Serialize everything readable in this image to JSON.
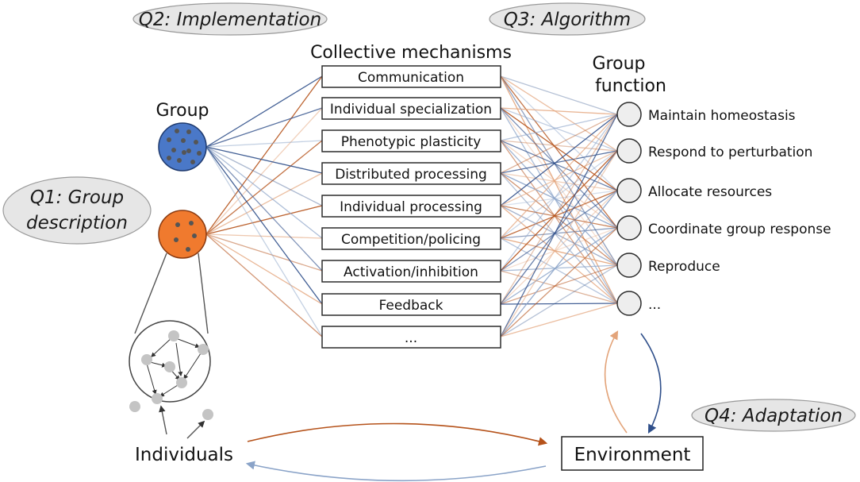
{
  "colors": {
    "blue": "#2f4f8a",
    "orange": "#b5521a",
    "blue_light": "#8aa3c8",
    "orange_light": "#e3a47a",
    "group_blue_fill": "#4a78c8",
    "group_orange_fill": "#f07a2e",
    "individual_gray": "#c4c4c4",
    "bubble_gray": "#e6e6e6"
  },
  "questions": {
    "q1": [
      "Q1: Group",
      "description"
    ],
    "q2": "Q2: Implementation",
    "q3": "Q3: Algorithm",
    "q4": "Q4: Adaptation"
  },
  "headings": {
    "group": "Group",
    "mechanisms": "Collective mechanisms",
    "function": [
      "Group",
      "function"
    ],
    "individuals": "Individuals",
    "environment": "Environment"
  },
  "mechanisms": [
    "Communication",
    "Individual specialization",
    "Phenotypic plasticity",
    "Distributed processing",
    "Individual processing",
    "Competition/policing",
    "Activation/inhibition",
    "Feedback",
    "..."
  ],
  "functions": [
    "Maintain homeostasis",
    "Respond to perturbation",
    "Allocate resources",
    "Coordinate group response",
    "Reproduce",
    "..."
  ]
}
